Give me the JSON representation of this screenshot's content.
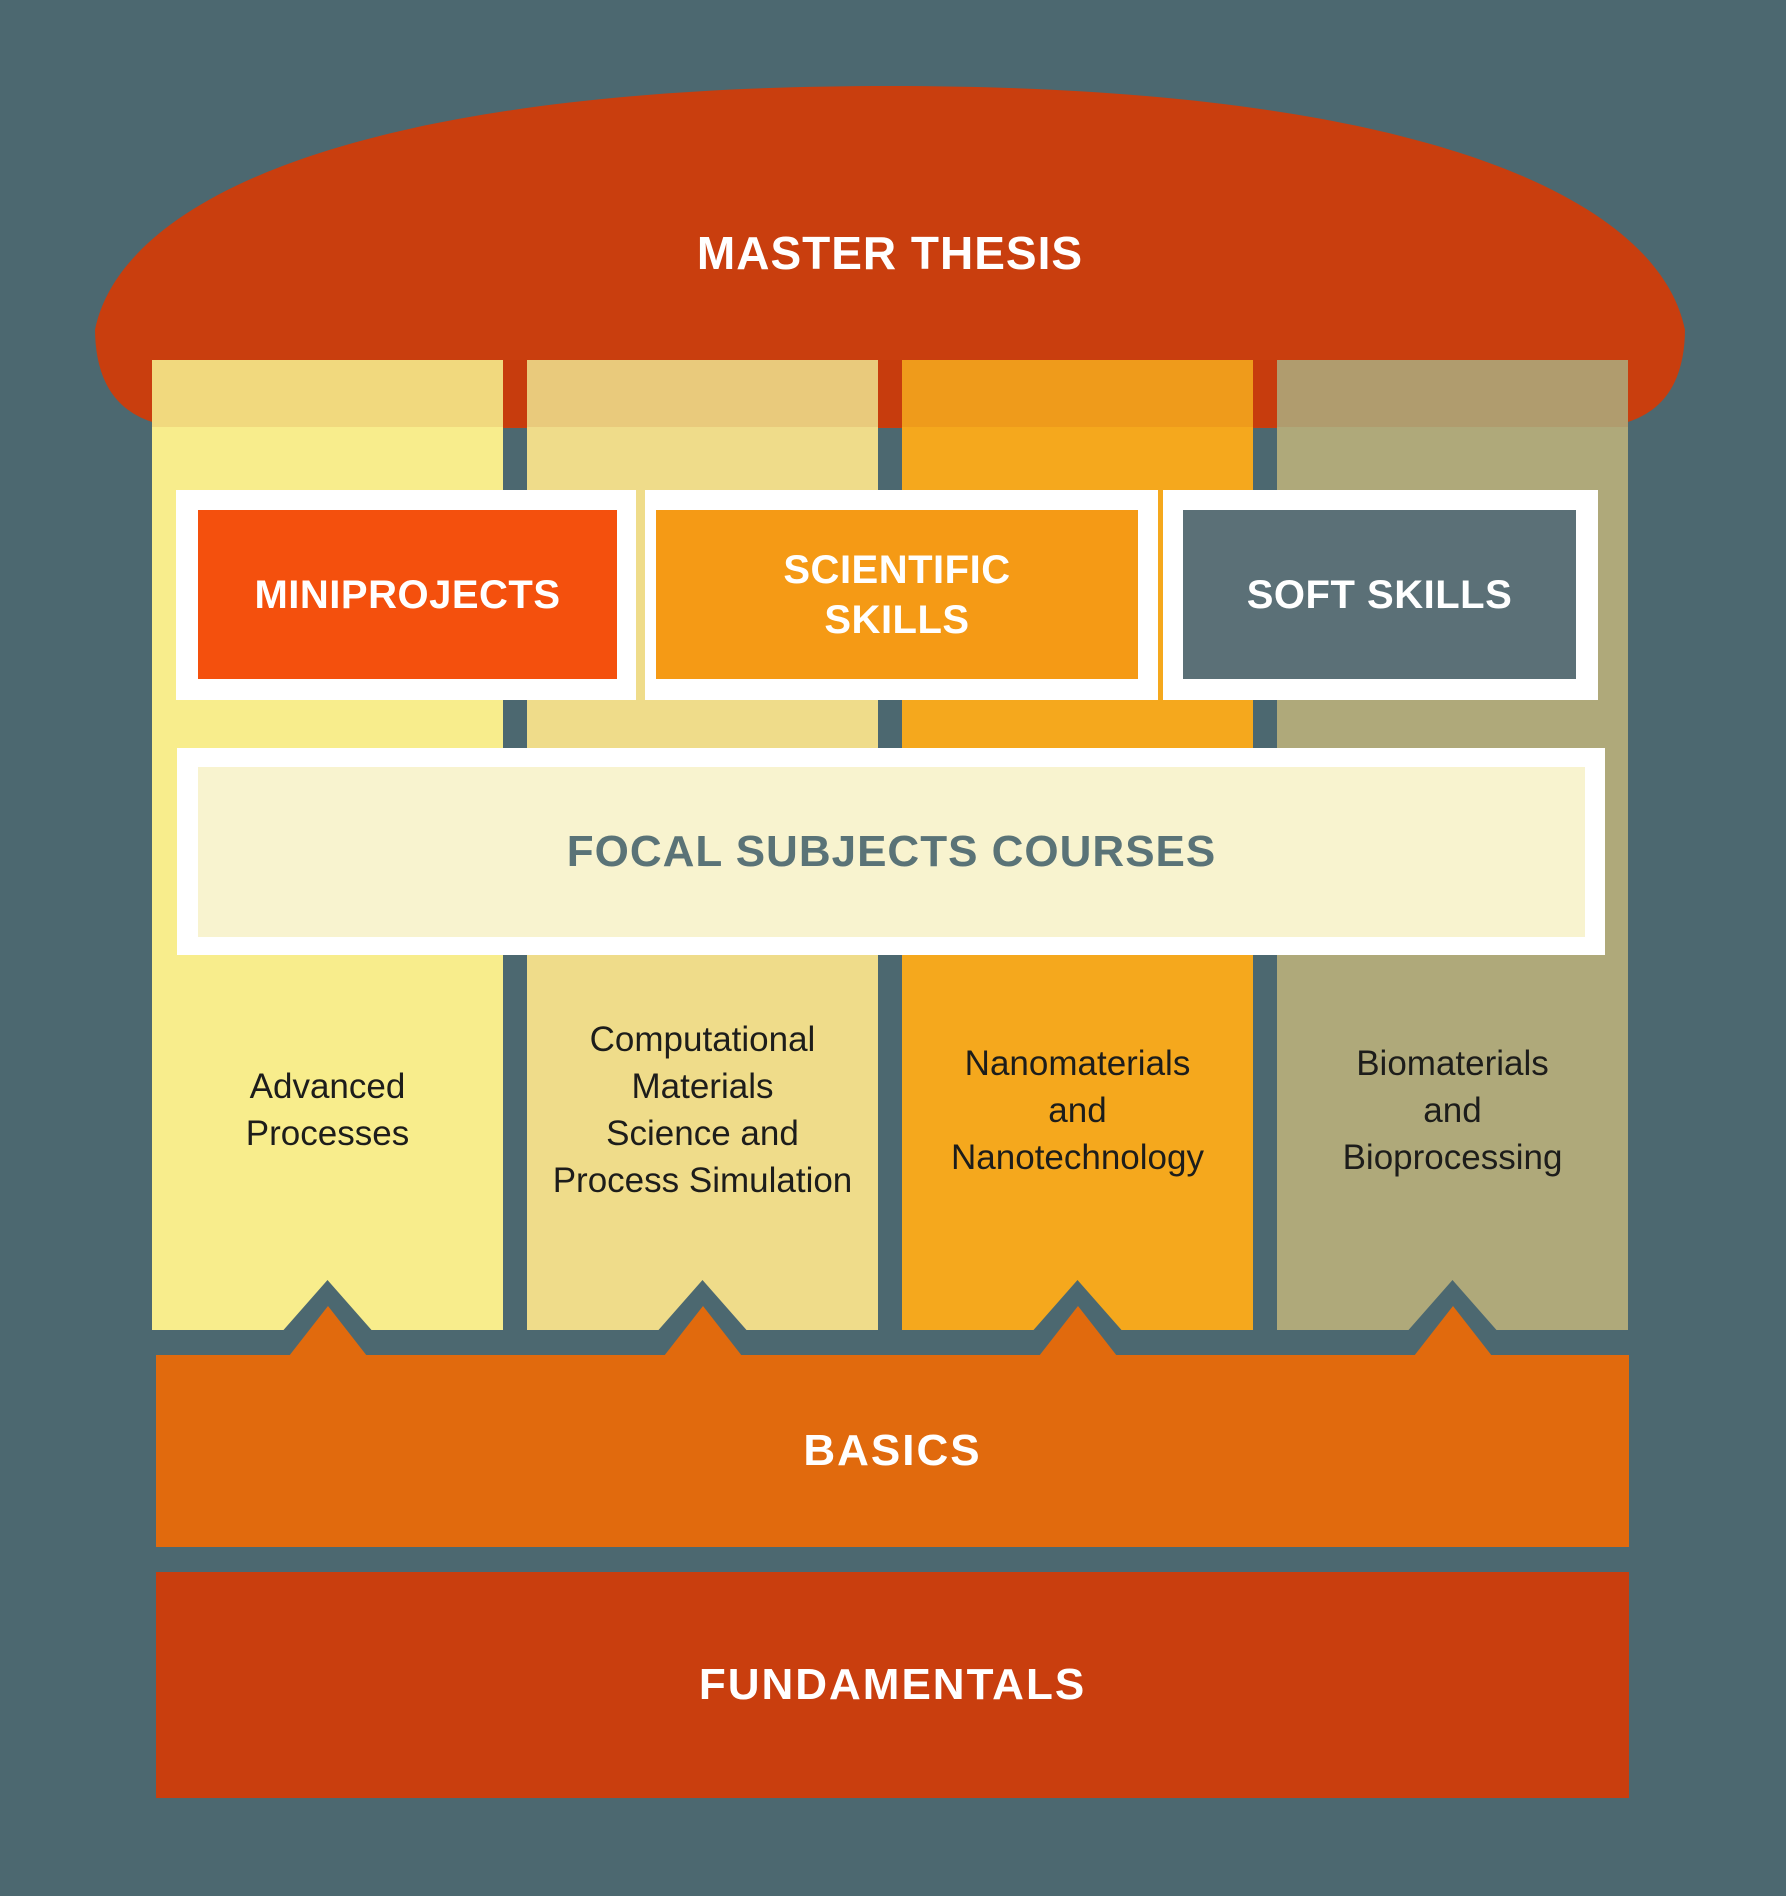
{
  "diagram": {
    "title": "MASTER THESIS",
    "background_color": "#4C6870",
    "dome_color": "#C93E0E",
    "frame_color": "#FFFFFF",
    "skill_boxes": [
      {
        "label": "MINIPROJECTS",
        "bg": "#F4500D",
        "text_color": "#FFFFFF"
      },
      {
        "label": "SCIENTIFIC\nSKILLS",
        "bg": "#F59A15",
        "text_color": "#FFFFFF"
      },
      {
        "label": "SOFT SKILLS",
        "bg": "#5B7077",
        "text_color": "#FFFFFF"
      }
    ],
    "focal_band": {
      "label": "FOCAL SUBJECTS COURSES",
      "bg": "#F8F3CF",
      "text_color": "#5A7377"
    },
    "columns": [
      {
        "label": "Advanced\nProcesses",
        "bg": "#F8ED8C"
      },
      {
        "label": "Computational\nMaterials\nScience and\nProcess Simulation",
        "bg": "#EFDC8A"
      },
      {
        "label": "Nanomaterials\nand\nNanotechnology",
        "bg": "#F5A81D"
      },
      {
        "label": "Biomaterials\nand\nBioprocessing",
        "bg": "#AFA97A"
      }
    ],
    "basics": {
      "label": "BASICS",
      "bg": "#E16A0D"
    },
    "fundamentals": {
      "label": "FUNDAMENTALS",
      "bg": "#C93E0E"
    }
  }
}
